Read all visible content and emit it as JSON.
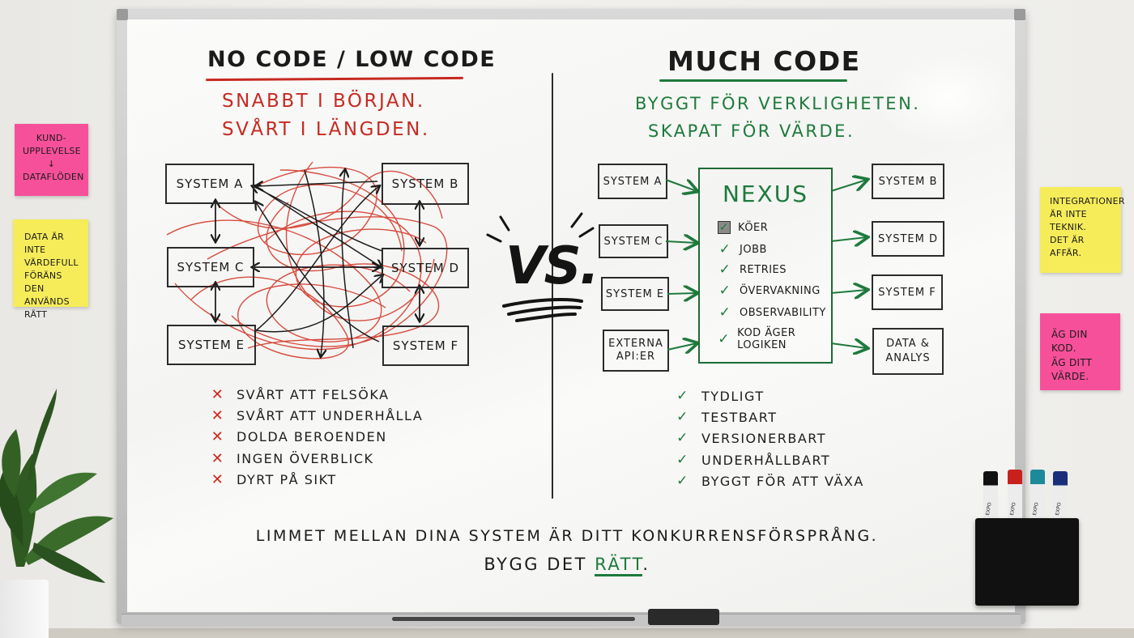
{
  "left": {
    "title": "NO CODE / LOW CODE",
    "subtitle_line1": "SNABBT I BÖRJAN.",
    "subtitle_line2": "SVÅRT I LÄNGDEN.",
    "systems": [
      "SYSTEM A",
      "SYSTEM B",
      "SYSTEM C",
      "SYSTEM D",
      "SYSTEM E",
      "SYSTEM F"
    ],
    "cons": [
      "SVÅRT ATT FELSÖKA",
      "SVÅRT ATT UNDERHÅLLA",
      "DOLDA BEROENDEN",
      "INGEN ÖVERBLICK",
      "DYRT PÅ SIKT"
    ]
  },
  "vs": "VS.",
  "right": {
    "title": "MUCH CODE",
    "subtitle_line1": "BYGGT FÖR VERKLIGHETEN.",
    "subtitle_line2": "SKAPAT FÖR VÄRDE.",
    "inputs": [
      "SYSTEM A",
      "SYSTEM C",
      "SYSTEM E",
      "EXTERNA\nAPI:ER"
    ],
    "outputs": [
      "SYSTEM B",
      "SYSTEM D",
      "SYSTEM F",
      "DATA &\nANALYS"
    ],
    "nexus_title": "NEXUS",
    "nexus_items": [
      "KÖER",
      "JOBB",
      "RETRIES",
      "ÖVERVAKNING",
      "OBSERVABILITY",
      "KOD ÄGER LOGIKEN"
    ],
    "pros": [
      "TYDLIGT",
      "TESTBART",
      "VERSIONERBART",
      "UNDERHÅLLBART",
      "BYGGT FÖR ATT VÄXA"
    ]
  },
  "footer": {
    "line1": "LIMMET MELLAN DINA SYSTEM ÄR DITT KONKURRENSFÖRSPRÅNG.",
    "line2_prefix": "BYGG DET ",
    "line2_highlight": "RÄTT",
    "line2_suffix": "."
  },
  "stickies": {
    "pink_top": [
      "KUND-",
      "UPPLEVELSE",
      "↓",
      "DATAFLÖDEN"
    ],
    "yellow_left": [
      "DATA ÄR",
      "INTE VÄRDEFULL",
      "FÖRÄNS DEN",
      "ANVÄNDS",
      "RÄTT"
    ],
    "yellow_right": [
      "INTEGRATIONER",
      "ÄR INTE",
      "TEKNIK.",
      "DET ÄR",
      "AFFÄR."
    ],
    "pink_right": [
      "ÄG DIN KOD.",
      "ÄG DITT",
      "VÄRDE."
    ]
  },
  "marker_labels": [
    "EXPO",
    "EXPO",
    "EXPO",
    "EXPO"
  ],
  "colors": {
    "red_ink": "#c62a22",
    "green_ink": "#1e7a3c",
    "black_ink": "#1b1b1b",
    "sticky_pink": "#f7509a",
    "sticky_yellow": "#f6ec5a",
    "markers": [
      "#111111",
      "#c8201d",
      "#1c8a9a",
      "#1a2f7a"
    ]
  },
  "icons": [
    "x-mark-icon",
    "check-icon",
    "checkbox-checked-icon",
    "arrow-icon"
  ]
}
